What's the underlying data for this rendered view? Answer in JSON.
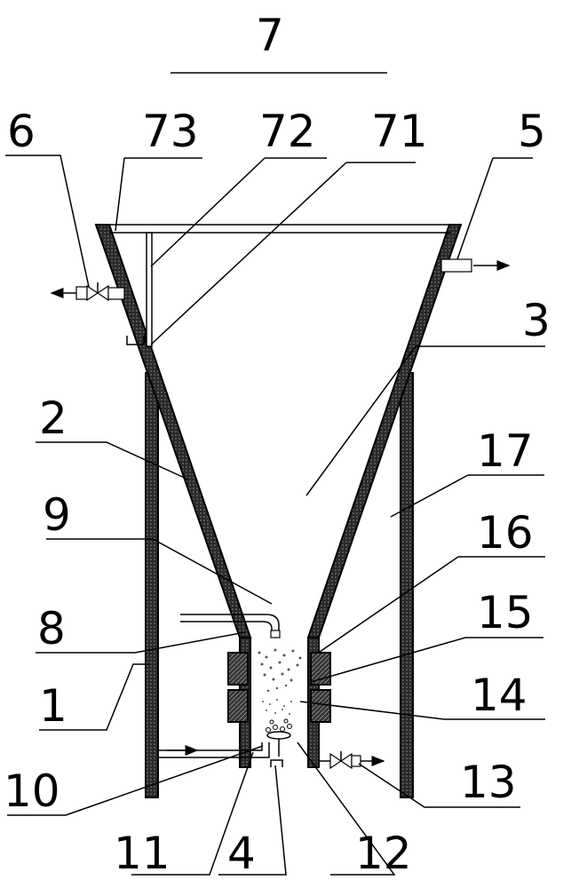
{
  "labels": {
    "l7": "7",
    "l73": "73",
    "l72": "72",
    "l71": "71",
    "l6": "6",
    "l5": "5",
    "l3": "3",
    "l2": "2",
    "l17": "17",
    "l9": "9",
    "l16": "16",
    "l8": "8",
    "l15": "15",
    "l1": "1",
    "l14": "14",
    "l10": "10",
    "l13": "13",
    "l11": "11",
    "l4": "4",
    "l12": "12"
  },
  "colors": {
    "wall_fill": "#3a3a3a",
    "line": "#000000",
    "background": "#ffffff"
  }
}
